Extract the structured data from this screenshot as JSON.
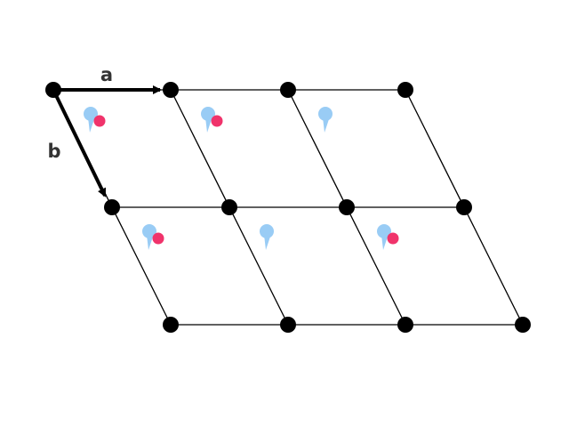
{
  "diagram": {
    "vector_a_label": "a",
    "vector_b_label": "b",
    "lattice": {
      "columns": 3,
      "rows": 2,
      "cells": [
        {
          "row": 0,
          "col": 0,
          "motif": "pin-and-dot"
        },
        {
          "row": 0,
          "col": 1,
          "motif": "pin-and-dot"
        },
        {
          "row": 0,
          "col": 2,
          "motif": "pin"
        },
        {
          "row": 1,
          "col": 0,
          "motif": "pin-and-dot"
        },
        {
          "row": 1,
          "col": 1,
          "motif": "pin"
        },
        {
          "row": 1,
          "col": 2,
          "motif": "pin-and-dot"
        }
      ]
    },
    "colors": {
      "line": "#000000",
      "lattice_point": "#000000",
      "pin": "#99ccf5",
      "dot": "#f0336b",
      "label": "#333333"
    },
    "icons": {
      "lattice_point": "lattice-point-icon",
      "pin": "pin-icon",
      "dot": "dot-icon"
    }
  }
}
